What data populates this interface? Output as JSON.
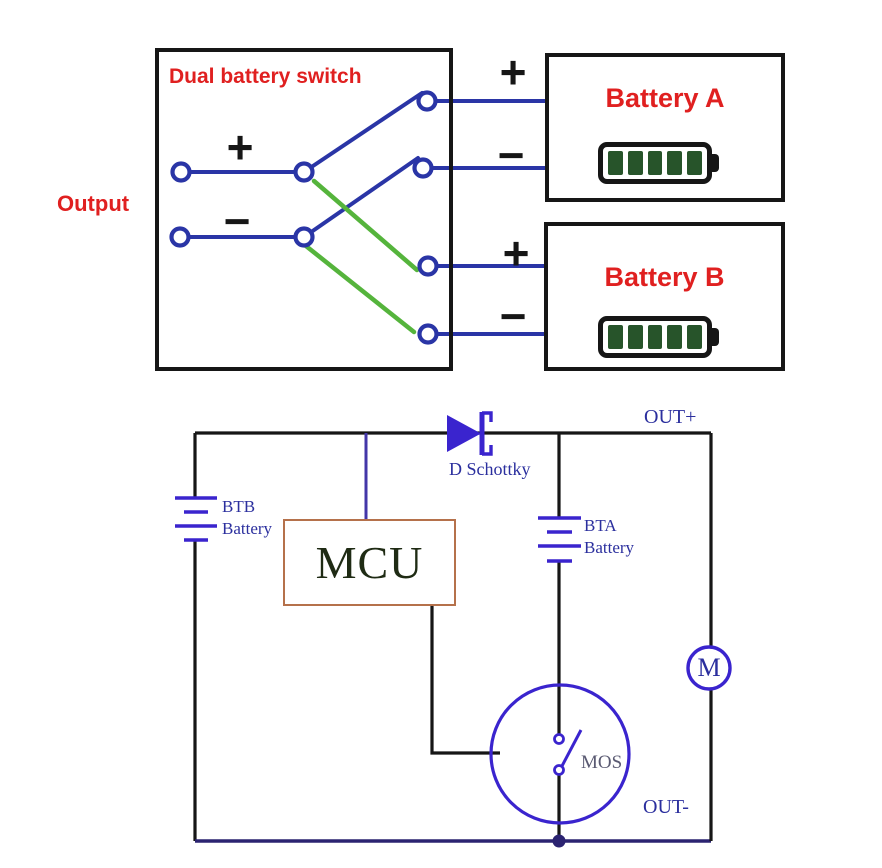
{
  "colors": {
    "red": "#e02020",
    "blue": "#2a35a6",
    "green": "#55b43c",
    "black": "#161616",
    "cell_green": "#27542a",
    "navy_text": "#2b2f9e",
    "symbol_purple": "#3a24ce",
    "rail_navy": "#2b2371",
    "wire_purple": "#4336a8",
    "mcu_border": "#b5714b",
    "mcu_text": "#1f2b14",
    "mos_text": "#5a5a72"
  },
  "switch_panel": {
    "title": "Dual battery switch",
    "output_label": "Output",
    "plus": "+",
    "minus": "−"
  },
  "battery_a": {
    "label": "Battery A",
    "plus": "+",
    "minus": "−",
    "level_cells": 5
  },
  "battery_b": {
    "label": "Battery B",
    "plus": "+",
    "minus": "−",
    "level_cells": 5
  },
  "schematic": {
    "out_plus": "OUT+",
    "out_minus": "OUT-",
    "diode": {
      "label": "D Schottky"
    },
    "mcu": {
      "label": "MCU"
    },
    "btb": {
      "name": "BTB",
      "type": "Battery"
    },
    "bta": {
      "name": "BTA",
      "type": "Battery"
    },
    "mos": {
      "label": "MOS"
    },
    "motor": {
      "label": "M"
    }
  }
}
